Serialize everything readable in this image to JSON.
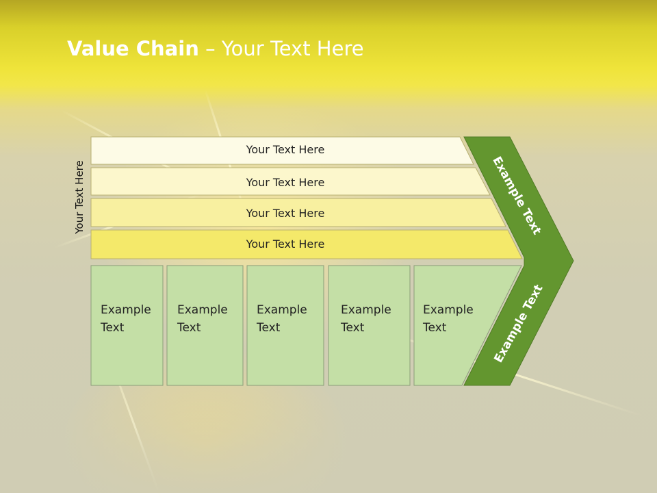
{
  "slide": {
    "title_bold": "Value Chain",
    "title_rest": " – Your Text Here",
    "side_label": "Your Text Here"
  },
  "bands": [
    {
      "label": "Your Text Here",
      "fill": "#fdfbe6"
    },
    {
      "label": "Your Text Here",
      "fill": "#fcf7cc"
    },
    {
      "label": "Your Text Here",
      "fill": "#f8f0a0"
    },
    {
      "label": "Your Text Here",
      "fill": "#f4e96a"
    }
  ],
  "boxes": [
    {
      "line1": "Example",
      "line2": "Text"
    },
    {
      "line1": "Example",
      "line2": "Text"
    },
    {
      "line1": "Example",
      "line2": "Text"
    },
    {
      "line1": "Example",
      "line2": "Text"
    },
    {
      "line1": "Example",
      "line2": "Text"
    }
  ],
  "chevron": {
    "upper_label": "Example Text",
    "lower_label": "Example Text",
    "color": "#63962f"
  },
  "colors": {
    "box_fill": "#c4dfa6",
    "box_border": "#8a9c78",
    "band_border": "#b8b070"
  }
}
